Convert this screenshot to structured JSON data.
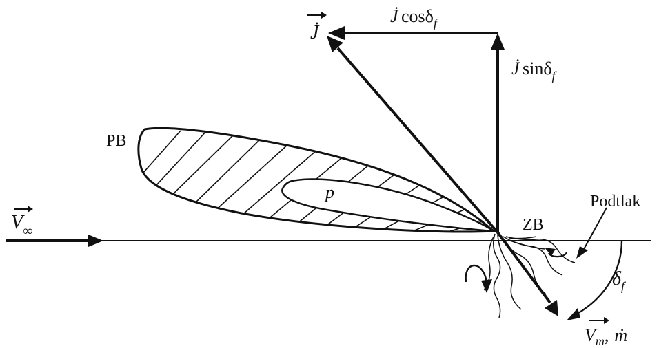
{
  "labels": {
    "leading_edge": "PB",
    "trailing_edge": "ZB",
    "pressure": "p",
    "suction": "Podtlak",
    "thrust_vector": "J",
    "thrust_horizontal": "J̇cosδf",
    "thrust_vertical": "J̇sinδf",
    "freestream": "V∞",
    "jet_velocity": "Vm, ṁ",
    "deflection_angle": "δf"
  },
  "label_parts": {
    "jdot": "J̇",
    "cos": "cosδ",
    "sin": "sinδ",
    "sub_f": "f",
    "V": "V",
    "inf": "∞",
    "m_sub": "m",
    "comma": ",",
    "mdot": "ṁ",
    "delta": "δ"
  },
  "colors": {
    "ink": "#111111",
    "background": "#ffffff"
  }
}
